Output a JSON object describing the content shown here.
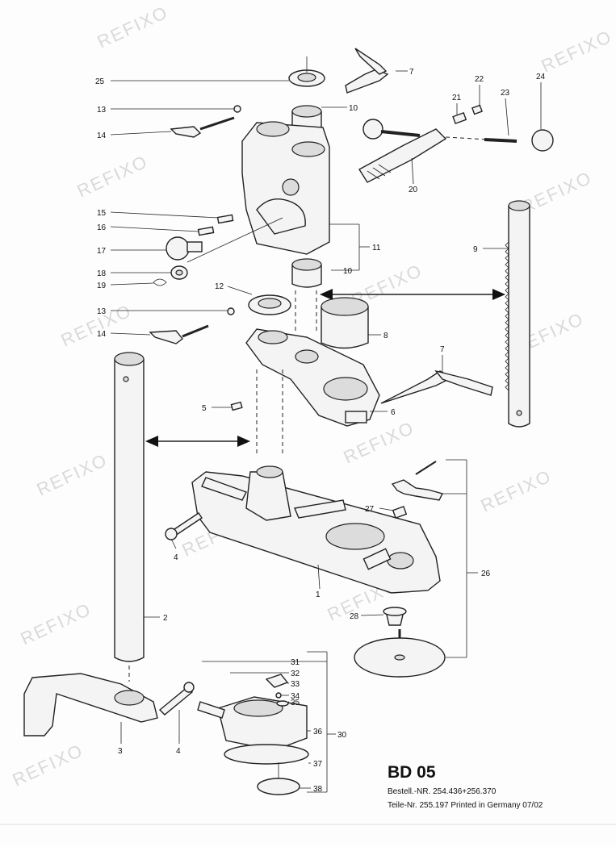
{
  "title": "BD 05",
  "order_number": "Bestell.-NR. 254.436+256.370",
  "part_number": "Teile-Nr. 255.197 Printed in Germany 07/02",
  "watermark": "REFIXO",
  "labels": {
    "p1": "1",
    "p2": "2",
    "p3": "3",
    "p4a": "4",
    "p4b": "4",
    "p5": "5",
    "p6": "6",
    "p7a": "7",
    "p7b": "7",
    "p8": "8",
    "p9": "9",
    "p10a": "10",
    "p10b": "10",
    "p11": "11",
    "p12": "12",
    "p13a": "13",
    "p13b": "13",
    "p14a": "14",
    "p14b": "14",
    "p15": "15",
    "p16": "16",
    "p17": "17",
    "p18": "18",
    "p19": "19",
    "p20": "20",
    "p21": "21",
    "p22": "22",
    "p23": "23",
    "p24": "24",
    "p25": "25",
    "p26": "26",
    "p27": "27",
    "p28": "28",
    "p30": "30",
    "p31": "31",
    "p32": "32",
    "p33": "33",
    "p34": "34",
    "p35": "35",
    "p36": "36",
    "p37": "37",
    "p38": "38"
  }
}
